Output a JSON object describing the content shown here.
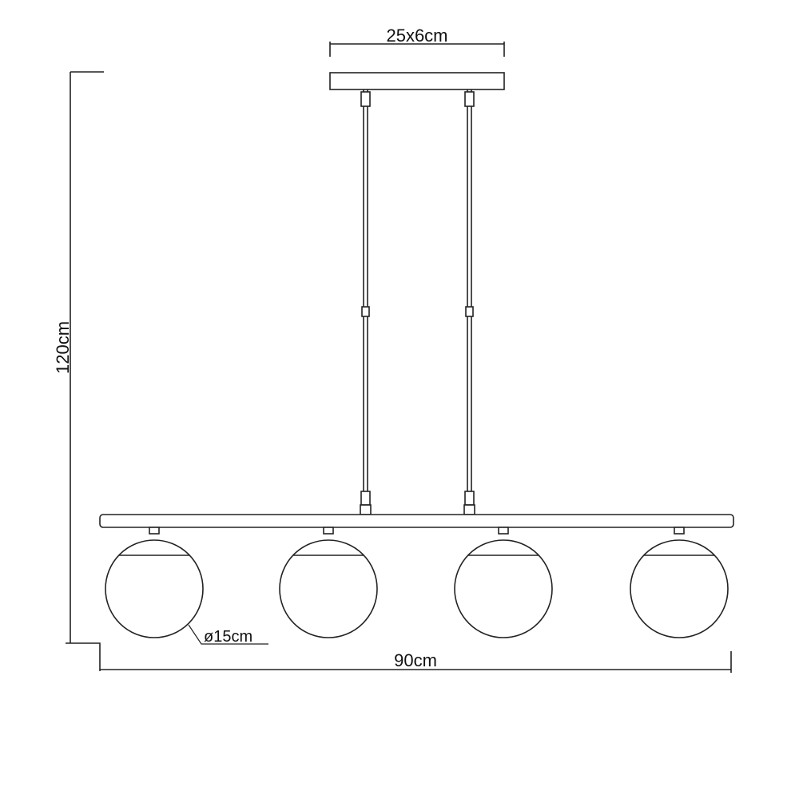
{
  "dimensions": {
    "canopy": "25x6cm",
    "height": "120cm",
    "width": "90cm",
    "globe_diameter": "ø15cm"
  },
  "colors": {
    "line": "#222222",
    "background": "#ffffff"
  }
}
